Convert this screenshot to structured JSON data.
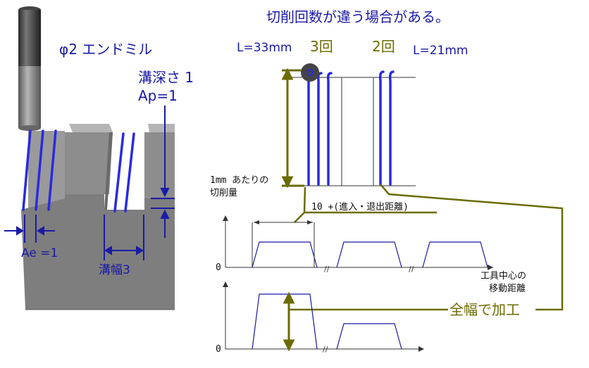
{
  "title": "切削回数が違う場合がある。",
  "tool_label": "φ2 エンドミル",
  "groove_depth_label": "溝深さ 1",
  "ap_label": "Ap=1",
  "ae_label": "Ae =1",
  "groove_width_label": "溝幅3",
  "length_33": "L=33mm",
  "passes_3": "3回",
  "passes_2": "2回",
  "length_21": "L=21mm",
  "per_mm_label_1": "1mm あたりの",
  "per_mm_label_2": "切削量",
  "approach_label": "10 +(進入・退出距離)",
  "zero_top": "0",
  "zero_bottom": "0",
  "x_axis_label_1": "工具中心の",
  "x_axis_label_2": "移動距離",
  "full_width_label": "全幅で加工",
  "colors": {
    "tool_path": "#2a2ae0",
    "label_blue": "#1a1aa6",
    "olive": "#6b6b00",
    "graph": "#1a1aa6",
    "block": "#8a8a8a"
  }
}
